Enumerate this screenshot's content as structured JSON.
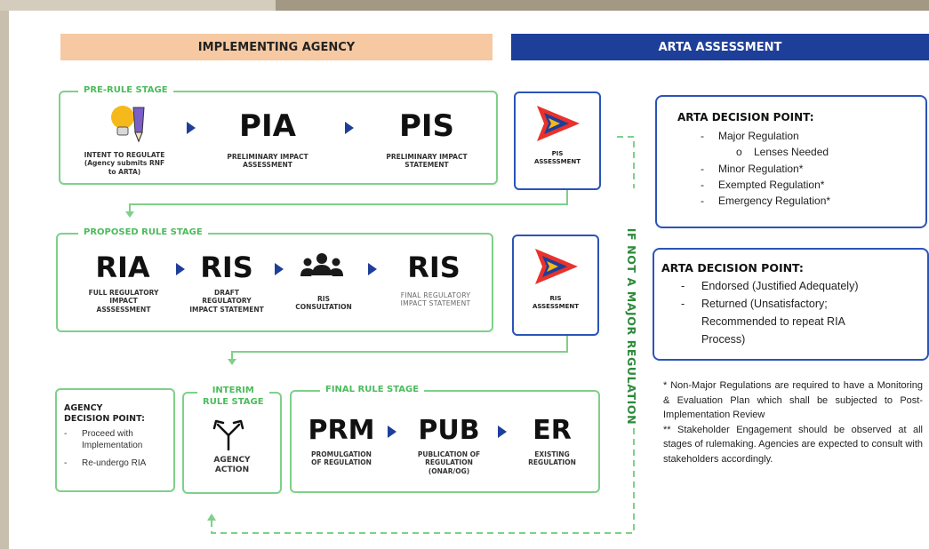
{
  "headers": {
    "implementing_agency": "IMPLEMENTING AGENCY",
    "arta_assessment": "ARTA ASSESSMENT"
  },
  "pre_rule": {
    "stage_label": "PRE-RULE STAGE",
    "intent_caption": "INTENT TO REGULATE\n(Agency submits RNF\nto ARTA)",
    "pia": {
      "abbr": "PIA",
      "caption": "PRELIMINARY IMPACT\nASSESSMENT"
    },
    "pis": {
      "abbr": "PIS",
      "caption": "PRELIMINARY IMPACT\nSTATEMENT"
    }
  },
  "proposed_rule": {
    "stage_label": "PROPOSED RULE STAGE",
    "ria": {
      "abbr": "RIA",
      "caption": "FULL REGULATORY\nIMPACT\nASSSESSMENT"
    },
    "ris_draft": {
      "abbr": "RIS",
      "caption": "DRAFT\nREGULATORY\nIMPACT STATEMENT"
    },
    "consultation_caption": "RIS\nCONSULTATION",
    "ris_final": {
      "abbr": "RIS",
      "caption": "FINAL REGULATORY\nIMPACT STATEMENT"
    }
  },
  "arta_boxes": {
    "pis_assessment": "PIS\nASSESSMENT",
    "ris_assessment": "RIS\nASSESSMENT"
  },
  "agency_decision": {
    "title": "AGENCY\nDECISION POINT:",
    "items": [
      "Proceed with\nImplementation",
      "Re-undergo RIA"
    ]
  },
  "interim": {
    "stage_label": "INTERIM\nRULE STAGE",
    "caption": "AGENCY\nACTION"
  },
  "final_rule": {
    "stage_label": "FINAL RULE STAGE",
    "prm": {
      "abbr": "PRM",
      "caption": "PROMULGATION\nOF REGULATION"
    },
    "pub": {
      "abbr": "PUB",
      "caption": "PUBLICATION OF\nREGULATION\n(ONAR/OG)"
    },
    "er": {
      "abbr": "ER",
      "caption": "EXISTING\nREGULATION"
    }
  },
  "decision_point_1": {
    "title": "ARTA DECISION POINT:",
    "items": [
      "Major Regulation",
      "Lenses Needed",
      "Minor Regulation*",
      "Exempted Regulation*",
      "Emergency Regulation*"
    ]
  },
  "decision_point_2": {
    "title": "ARTA DECISION POINT:",
    "items": [
      "Endorsed (Justified Adequately)",
      "Returned (Unsatisfactory;",
      "Recommended to repeat RIA",
      "Process)"
    ]
  },
  "vertical_label": "IF NOT A MAJOR REGULATION",
  "notes": {
    "note1": "* Non-Major Regulations are required to have a Monitoring & Evaluation Plan which shall be subjected to Post-Implementation Review",
    "note2": "** Stakeholder Engagement should be observed at all stages of rulemaking. Agencies are expected to consult with stakeholders accordingly."
  },
  "colors": {
    "green": "#7fd089",
    "blue": "#1e3f99",
    "orange": "#f6c9a3",
    "red": "#e8322b",
    "yellow": "#f6b91c"
  }
}
